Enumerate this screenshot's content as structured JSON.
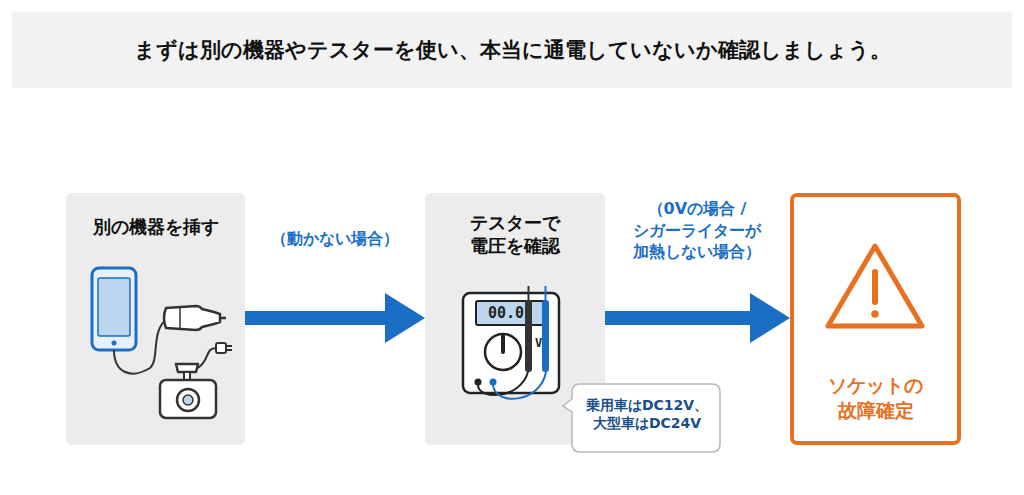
{
  "diagram": {
    "title": "まずは別の機器やテスターを使い、本当に通電していないか確認しましょう。",
    "nodes": [
      {
        "text": [
          "別の機器を挿す"
        ]
      },
      {
        "text": [
          "テスターで 電圧を確認"
        ]
      },
      {
        "text": [
          "乗用車はDC12V、 大型車はDC24V"
        ]
      },
      {
        "text": [
          "ソケットの 故障確定"
        ]
      }
    ],
    "edges": [
      {
        "from": 0,
        "to": 1,
        "arrow": "to",
        "label": "（動かない場合）"
      },
      {
        "from": 1,
        "to": 3,
        "arrow": "to",
        "label": "（0Vの場合 / シガーライターが 加熱しない場合）"
      }
    ],
    "labels": [
      "00.0",
      "V"
    ]
  }
}
